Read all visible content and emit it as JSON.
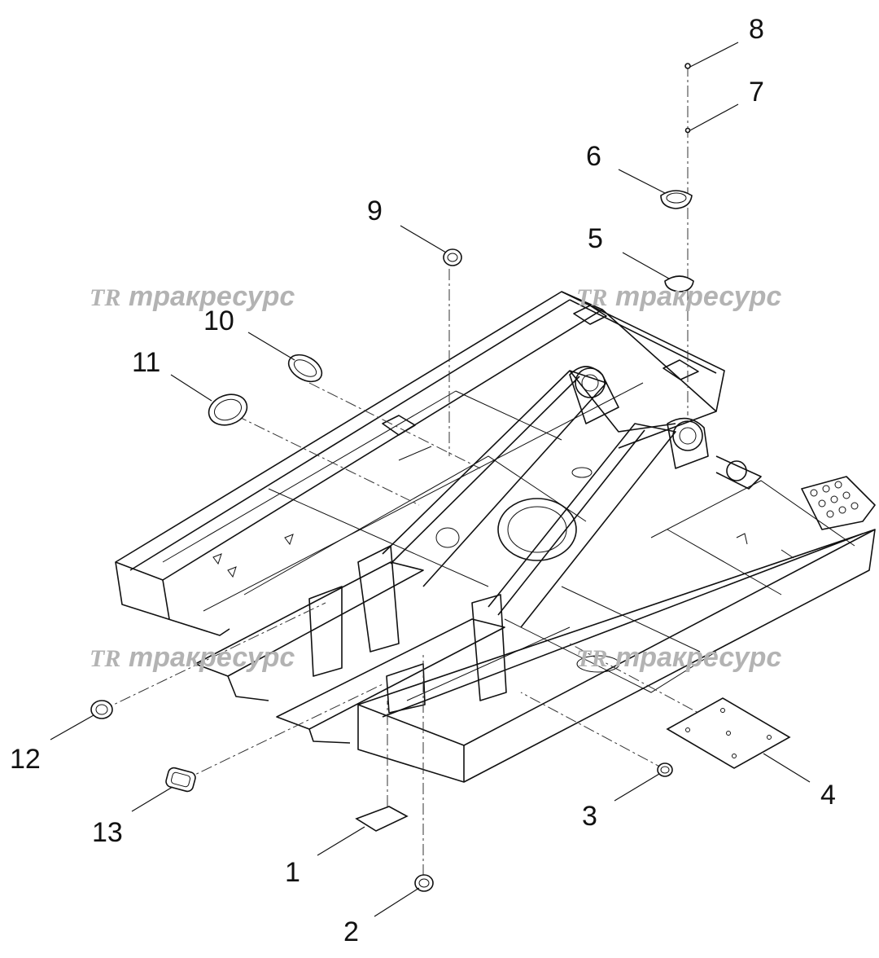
{
  "watermarks": [
    {
      "logo": "TR",
      "text": "тракресурс"
    },
    {
      "logo": "TR",
      "text": "тракресурс"
    },
    {
      "logo": "TR",
      "text": "тракресурс"
    },
    {
      "logo": "TR",
      "text": "тракресурс"
    }
  ],
  "callouts": [
    "1",
    "2",
    "3",
    "4",
    "5",
    "6",
    "7",
    "8",
    "9",
    "10",
    "11",
    "12",
    "13"
  ],
  "colors": {
    "line": "#111111",
    "watermark": "#b3b3b3",
    "background": "#ffffff"
  }
}
